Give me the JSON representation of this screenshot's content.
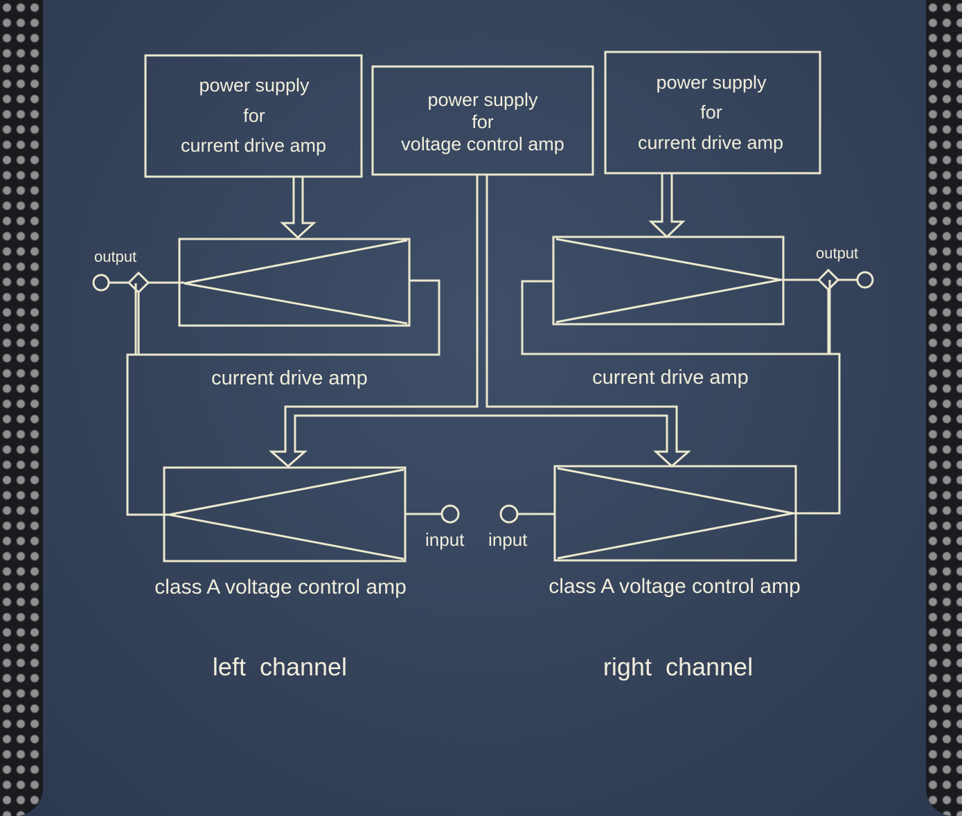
{
  "colors": {
    "panel": "#36445c",
    "line": "#ece9cf",
    "text": "#f1eedc",
    "grille": "#191b1f"
  },
  "blocks": {
    "psu_left": [
      "power supply",
      "for",
      "current drive amp"
    ],
    "psu_center": [
      "power supply",
      "for",
      "voltage control amp"
    ],
    "psu_right": [
      "power supply",
      "for",
      "current drive amp"
    ]
  },
  "labels": {
    "current_drive_left": "current drive amp",
    "current_drive_right": "current drive amp",
    "voltage_left": "class A voltage control amp",
    "voltage_right": "class A voltage control amp",
    "output_left": "output",
    "output_right": "output",
    "input_left": "input",
    "input_right": "input"
  },
  "channels": {
    "left": "left  channel",
    "right": "right  channel"
  }
}
